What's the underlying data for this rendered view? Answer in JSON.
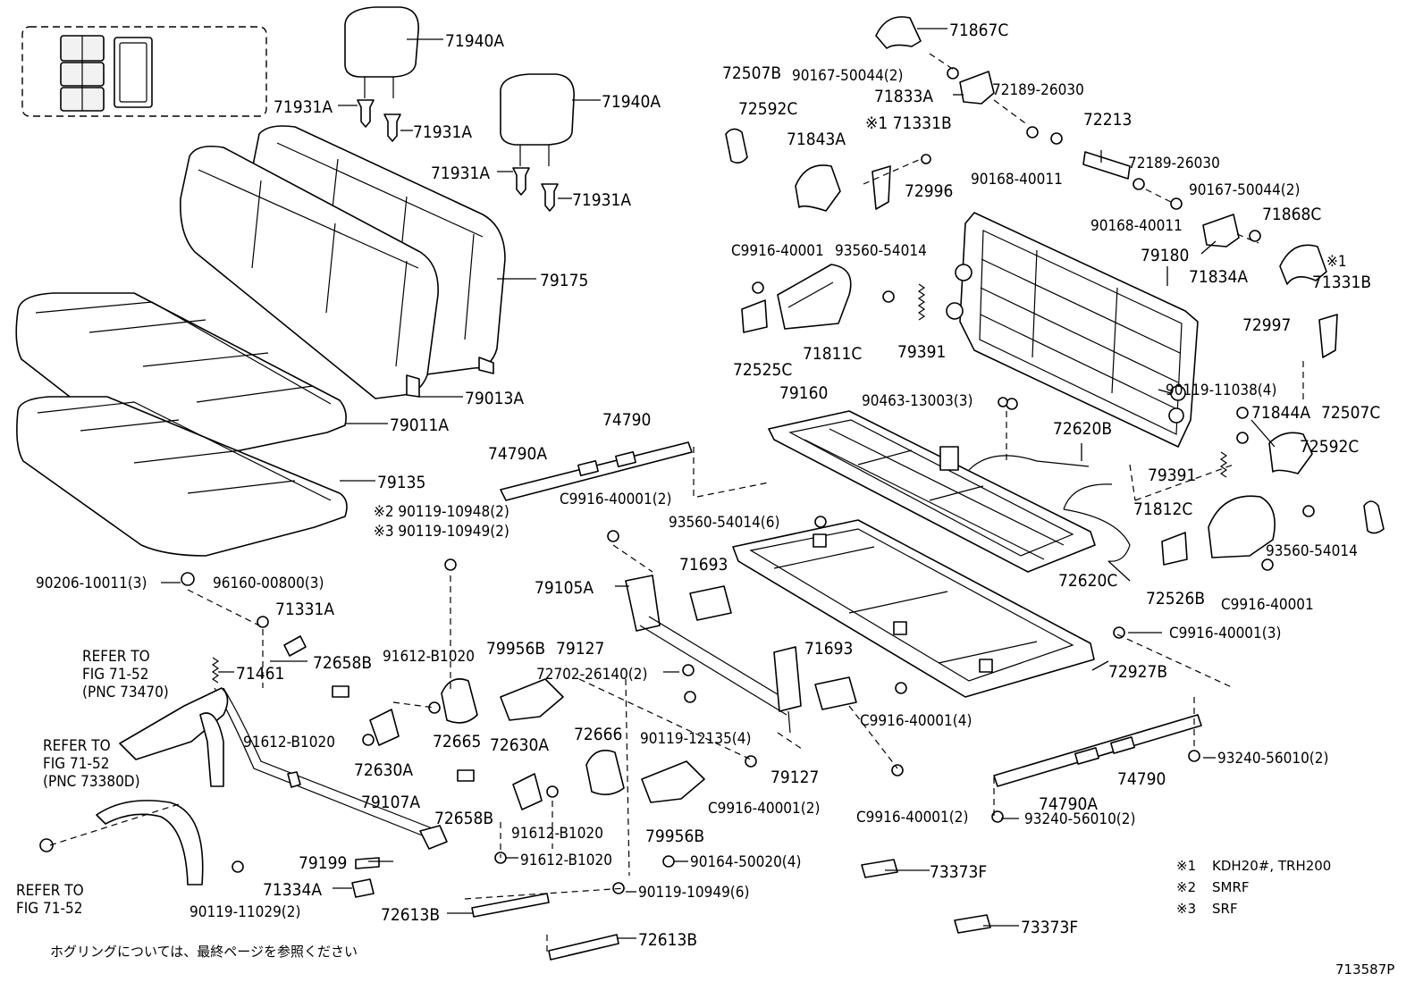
{
  "diagram_id": "713587P",
  "footnote_jp": "ホグリングについては、最終ページを参照ください",
  "legend": [
    {
      "mark": "※1",
      "text": "KDH20#, TRH200"
    },
    {
      "mark": "※2",
      "text": "SMRF"
    },
    {
      "mark": "※3",
      "text": "SRF"
    }
  ],
  "refer": {
    "r1": [
      "REFER TO",
      "FIG 71-52",
      "(PNC 73470)"
    ],
    "r2": [
      "REFER TO",
      "FIG 71-52",
      "(PNC 73380D)"
    ],
    "r3": [
      "REFER TO",
      "FIG 71-52"
    ]
  },
  "labels": {
    "p71940A_1": "71940A",
    "p71940A_2": "71940A",
    "p71931A_1": "71931A",
    "p71931A_2": "71931A",
    "p71931A_3": "71931A",
    "p71931A_4": "71931A",
    "p79175": "79175",
    "p79013A": "79013A",
    "p79011A": "79011A",
    "p79135": "79135",
    "p71867C": "71867C",
    "p72507B": "72507B",
    "p90167_1": "90167-50044(2)",
    "p72189_1": "72189-26030",
    "p71833A": "71833A",
    "p72592C_1": "72592C",
    "p71331B_1": "※1 71331B",
    "p72213": "72213",
    "p71843A": "71843A",
    "p72189_2": "72189-26030",
    "p90168_1": "90168-40011",
    "p72996": "72996",
    "p90167_2": "90167-50044(2)",
    "p90168_2": "90168-40011",
    "p71868C": "71868C",
    "p71331B_2": "71331B",
    "p71331B_2m": "※1",
    "pC9916_1": "C9916-40001",
    "p93560_1": "93560-54014",
    "p79180": "79180",
    "p71834A": "71834A",
    "p72997": "72997",
    "p72525C": "72525C",
    "p71811C": "71811C",
    "p79391_1": "79391",
    "p79160": "79160",
    "p90463": "90463-13003(3)",
    "p90119_11038": "90119-11038(4)",
    "p71844A": "71844A",
    "p72507C": "72507C",
    "p74790_1": "74790",
    "p74790A_1": "74790A",
    "p72620B": "72620B",
    "p72592C_2": "72592C",
    "p79391_2": "79391",
    "pC9916_2": "C9916-40001(2)",
    "p71812C": "71812C",
    "p93560_6": "93560-54014(6)",
    "p90119_10948": "※2 90119-10948(2)",
    "p90119_10949_2": "※3 90119-10949(2)",
    "p93560_2": "93560-54014",
    "p72526B": "72526B",
    "p72620C": "72620C",
    "pC9916_3": "C9916-40001",
    "p71693_1": "71693",
    "p90206": "90206-10011(3)",
    "p96160": "96160-00800(3)",
    "p79105A": "79105A",
    "p71331A": "71331A",
    "pC9916_4": "C9916-40001(3)",
    "p72658B_1": "72658B",
    "p91612_1": "91612-B1020",
    "p79956B_1": "79956B",
    "p79127_1": "79127",
    "p71693_2": "71693",
    "p72927B": "72927B",
    "p71461": "71461",
    "p72702": "72702-26140(2)",
    "pC9916_5": "C9916-40001(4)",
    "p91612_2": "91612-B1020",
    "p72665": "72665",
    "p90119_12135": "90119-12135(4)",
    "p72630A_1": "72630A",
    "p72666": "72666",
    "p72630A_2": "72630A",
    "p79127_2": "79127",
    "p93240_1": "93240-56010(2)",
    "p74790_2": "74790",
    "p74790A_2": "74790A",
    "p79107A": "79107A",
    "pC9916_6": "C9916-40001(2)",
    "p72658B_2": "72658B",
    "p91612_3": "91612-B1020",
    "p79956B_2": "79956B",
    "pC9916_7": "C9916-40001(2)",
    "p93240_2": "93240-56010(2)",
    "p91612_4": "91612-B1020",
    "p90164": "90164-50020(4)",
    "p79199": "79199",
    "p73373F_1": "73373F",
    "p71334A": "71334A",
    "p90119_11029": "90119-11029(2)",
    "p90119_10949_6": "90119-10949(6)",
    "p72613B_1": "72613B",
    "p72613B_2": "72613B",
    "p73373F_2": "73373F"
  }
}
